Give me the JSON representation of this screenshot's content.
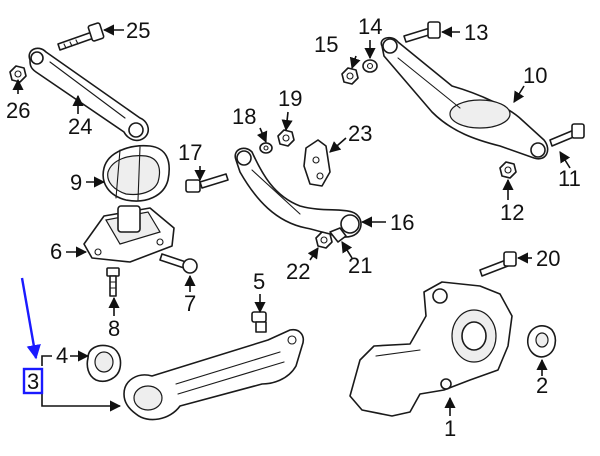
{
  "callouts": {
    "c1": "1",
    "c2": "2",
    "c3": "3",
    "c4": "4",
    "c5": "5",
    "c6": "6",
    "c7": "7",
    "c8": "8",
    "c9": "9",
    "c10": "10",
    "c11": "11",
    "c12": "12",
    "c13": "13",
    "c14": "14",
    "c15": "15",
    "c16": "16",
    "c17": "17",
    "c18": "18",
    "c19": "19",
    "c20": "20",
    "c21": "21",
    "c22": "22",
    "c23": "23",
    "c24": "24",
    "c25": "25",
    "c26": "26"
  },
  "highlight": {
    "part": "3",
    "color": "#1a1aff"
  },
  "colors": {
    "line": "#1a1a1a",
    "background": "#ffffff"
  }
}
